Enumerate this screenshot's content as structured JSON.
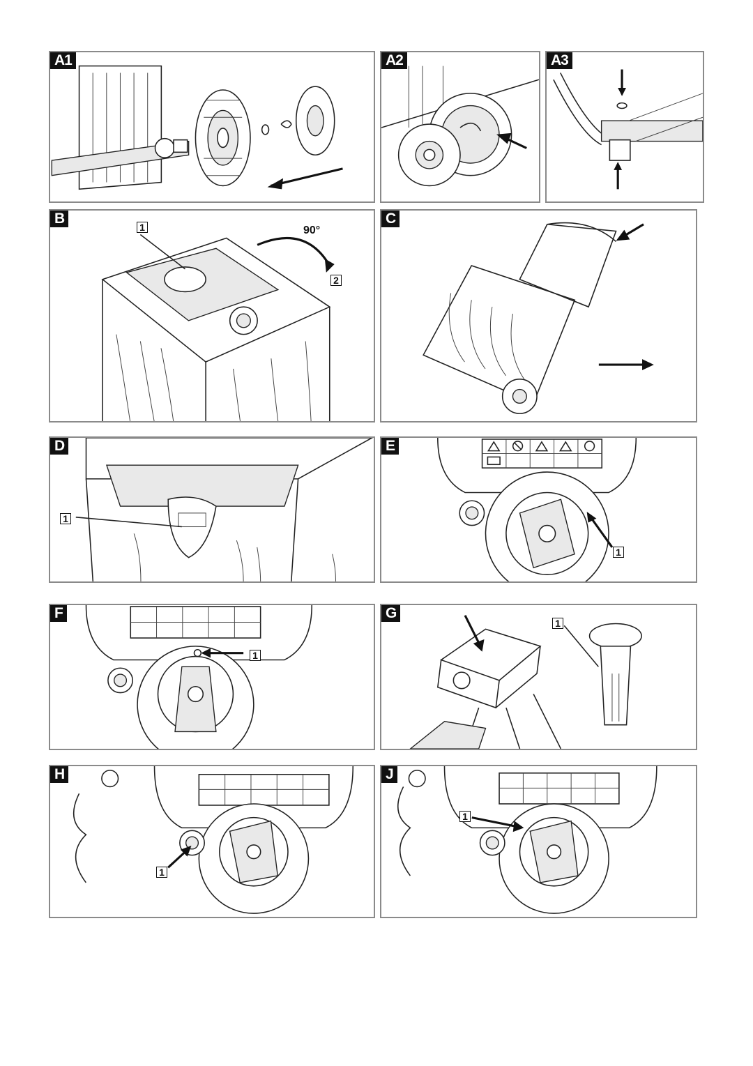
{
  "panels": {
    "A1": {
      "tag": "A1"
    },
    "A2": {
      "tag": "A2"
    },
    "A3": {
      "tag": "A3"
    },
    "B": {
      "tag": "B",
      "callouts": [
        "1",
        "2"
      ],
      "angle": "90°"
    },
    "C": {
      "tag": "C"
    },
    "D": {
      "tag": "D",
      "callouts": [
        "1"
      ]
    },
    "E": {
      "tag": "E",
      "callouts": [
        "1"
      ]
    },
    "F": {
      "tag": "F",
      "callouts": [
        "1"
      ]
    },
    "G": {
      "tag": "G",
      "callouts": [
        "1"
      ]
    },
    "H": {
      "tag": "H",
      "callouts": [
        "1"
      ]
    },
    "J": {
      "tag": "J",
      "callouts": [
        "1"
      ]
    }
  },
  "icons": [
    "warning-triangle-icon",
    "no-entry-icon",
    "flying-debris-icon",
    "rotating-blade-icon",
    "eye-protection-icon",
    "read-manual-icon",
    "unplug-icon",
    "keep-distance-icon",
    "ear-protection-icon",
    "gloves-icon"
  ]
}
